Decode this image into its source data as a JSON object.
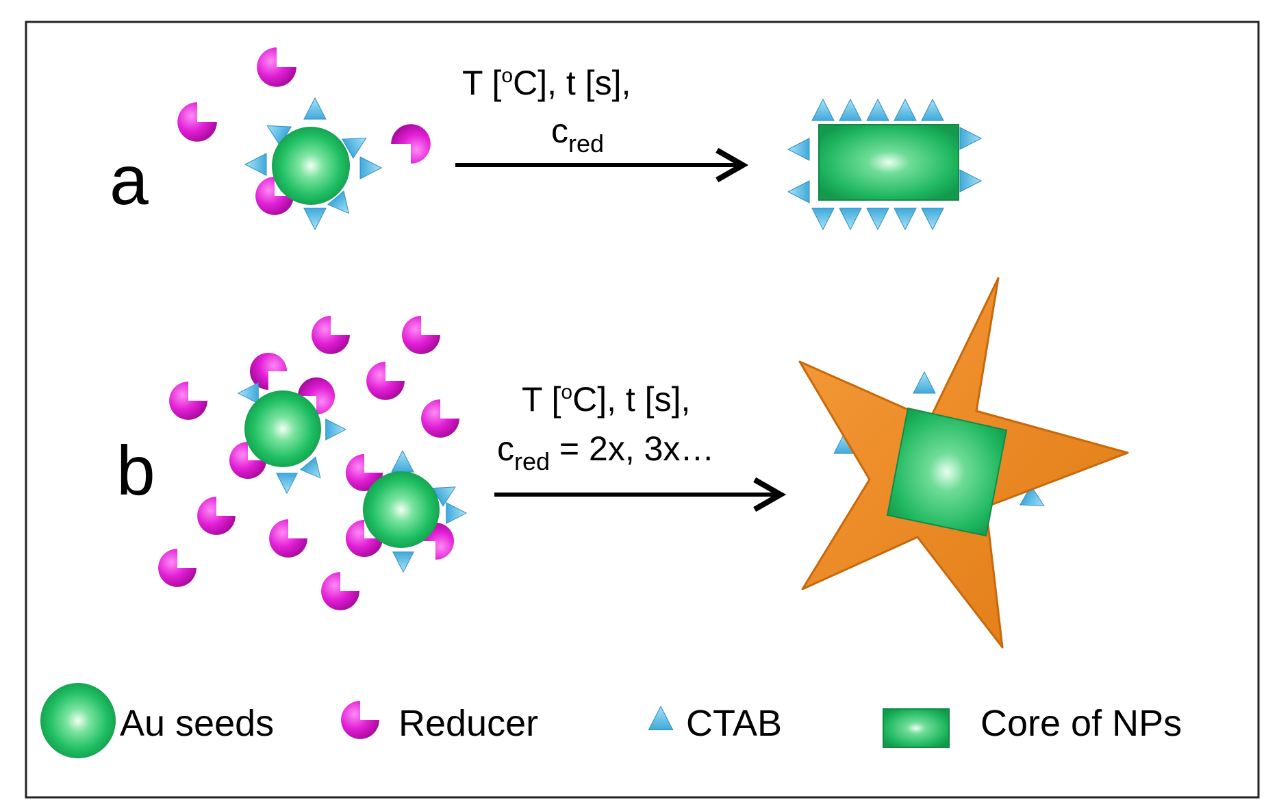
{
  "panels": [
    {
      "letter": "a",
      "cond_line1": "T [",
      "cond_sup": "o",
      "cond_line1b": "C], t [s],",
      "cond_line2_main": "c",
      "cond_line2_sub": "red",
      "cond_line2_rest": ""
    },
    {
      "letter": "b",
      "cond_line1": "T [",
      "cond_sup": "o",
      "cond_line1b": "C], t [s],",
      "cond_line2_main": "c",
      "cond_line2_sub": "red",
      "cond_line2_rest": " = 2x, 3x…"
    }
  ],
  "legend": {
    "items": [
      {
        "label": "Au seeds",
        "icon": "sphere-icon"
      },
      {
        "label": "Reducer",
        "icon": "pacman-icon"
      },
      {
        "label": "CTAB",
        "icon": "triangle-icon"
      },
      {
        "label": "Core of NPs",
        "icon": "square-core-icon"
      }
    ]
  },
  "colors": {
    "seed": "#1fbf62",
    "reducer": "#e21fd6",
    "ctab": "#62c3ea",
    "star": "#f0861e",
    "border": "#222222"
  }
}
